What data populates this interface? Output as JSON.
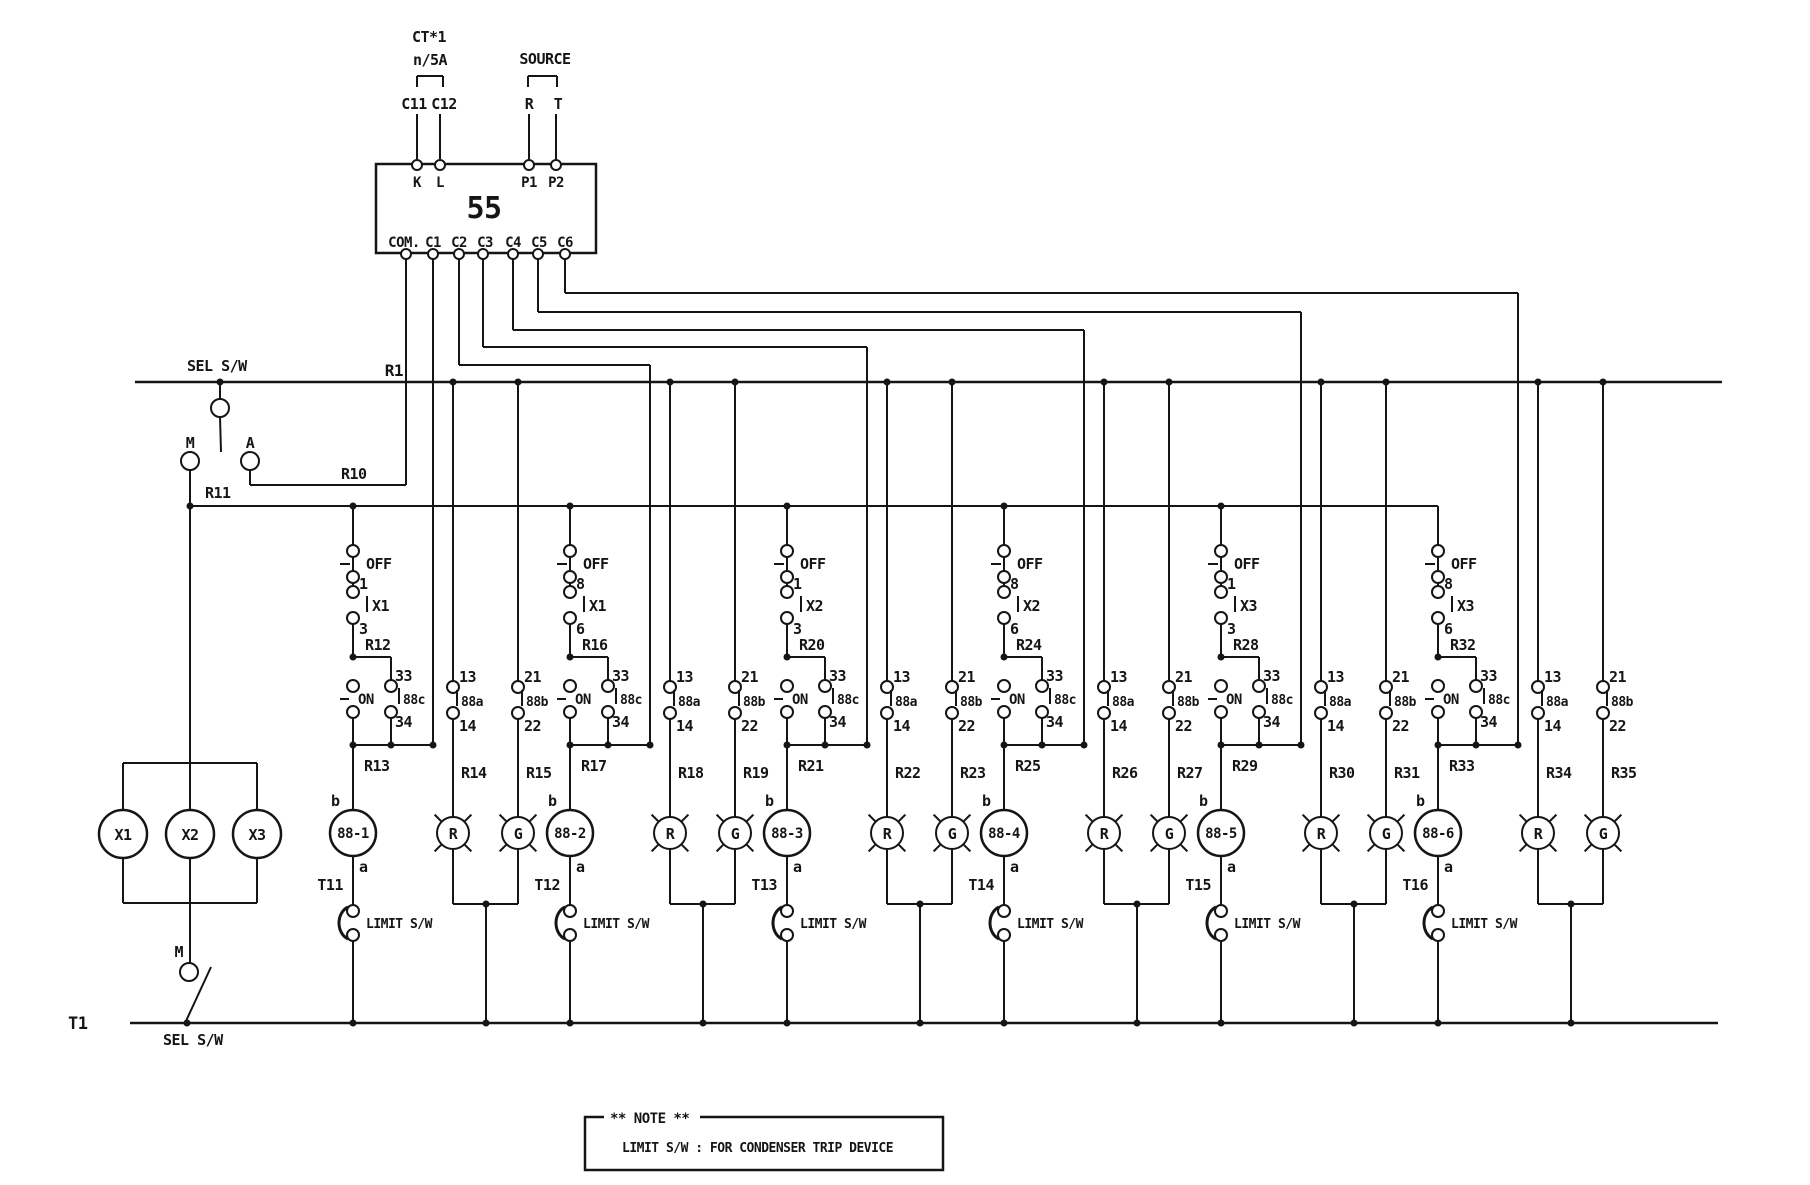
{
  "colors": {
    "ink": "#151515",
    "paper": "#ffffff"
  },
  "header": {
    "ct": {
      "label": "CT*1",
      "ratio": "n/5A",
      "t1": "C11",
      "t2": "C12"
    },
    "source": {
      "label": "SOURCE",
      "t1": "R",
      "t2": "T"
    },
    "relay_box": {
      "name": "55",
      "top_terminals": [
        "K",
        "L",
        "P1",
        "P2"
      ],
      "bottom_terminals": [
        "COM.",
        "C1",
        "C2",
        "C3",
        "C4",
        "C5",
        "C6"
      ]
    }
  },
  "left": {
    "sel_sw_top": "SEL S/W",
    "m": "M",
    "a": "A",
    "bus_r1": "R1",
    "wire_r10": "R10",
    "wire_r11": "R11",
    "aux_coils": [
      "X1",
      "X2",
      "X3"
    ],
    "m_bottom": "M",
    "bus_t1": "T1",
    "sel_sw_bottom": "SEL S/W"
  },
  "groups": [
    {
      "off": "OFF",
      "pin_top": "1",
      "x_relay": "X1",
      "pin_bot": "3",
      "wire_top": "R12",
      "on": "ON",
      "aux_top": "33",
      "aux_contact": "88c",
      "aux_bot": "34",
      "wire_mid": "R13",
      "b": "b",
      "coil": "88-1",
      "a": "a",
      "t": "T11",
      "limit": "LIMIT S/W",
      "lamp_r": {
        "pin_top": "13",
        "contact": "88a",
        "pin_bot": "14",
        "wire": "R14",
        "letter": "R"
      },
      "lamp_g": {
        "pin_top": "21",
        "contact": "88b",
        "pin_bot": "22",
        "wire": "R15",
        "letter": "G"
      }
    },
    {
      "off": "OFF",
      "pin_top": "8",
      "x_relay": "X1",
      "pin_bot": "6",
      "wire_top": "R16",
      "on": "ON",
      "aux_top": "33",
      "aux_contact": "88c",
      "aux_bot": "34",
      "wire_mid": "R17",
      "b": "b",
      "coil": "88-2",
      "a": "a",
      "t": "T12",
      "limit": "LIMIT S/W",
      "lamp_r": {
        "pin_top": "13",
        "contact": "88a",
        "pin_bot": "14",
        "wire": "R18",
        "letter": "R"
      },
      "lamp_g": {
        "pin_top": "21",
        "contact": "88b",
        "pin_bot": "22",
        "wire": "R19",
        "letter": "G"
      }
    },
    {
      "off": "OFF",
      "pin_top": "1",
      "x_relay": "X2",
      "pin_bot": "3",
      "wire_top": "R20",
      "on": "ON",
      "aux_top": "33",
      "aux_contact": "88c",
      "aux_bot": "34",
      "wire_mid": "R21",
      "b": "b",
      "coil": "88-3",
      "a": "a",
      "t": "T13",
      "limit": "LIMIT S/W",
      "lamp_r": {
        "pin_top": "13",
        "contact": "88a",
        "pin_bot": "14",
        "wire": "R22",
        "letter": "R"
      },
      "lamp_g": {
        "pin_top": "21",
        "contact": "88b",
        "pin_bot": "22",
        "wire": "R23",
        "letter": "G"
      }
    },
    {
      "off": "OFF",
      "pin_top": "8",
      "x_relay": "X2",
      "pin_bot": "6",
      "wire_top": "R24",
      "on": "ON",
      "aux_top": "33",
      "aux_contact": "88c",
      "aux_bot": "34",
      "wire_mid": "R25",
      "b": "b",
      "coil": "88-4",
      "a": "a",
      "t": "T14",
      "limit": "LIMIT S/W",
      "lamp_r": {
        "pin_top": "13",
        "contact": "88a",
        "pin_bot": "14",
        "wire": "R26",
        "letter": "R"
      },
      "lamp_g": {
        "pin_top": "21",
        "contact": "88b",
        "pin_bot": "22",
        "wire": "R27",
        "letter": "G"
      }
    },
    {
      "off": "OFF",
      "pin_top": "1",
      "x_relay": "X3",
      "pin_bot": "3",
      "wire_top": "R28",
      "on": "ON",
      "aux_top": "33",
      "aux_contact": "88c",
      "aux_bot": "34",
      "wire_mid": "R29",
      "b": "b",
      "coil": "88-5",
      "a": "a",
      "t": "T15",
      "limit": "LIMIT S/W",
      "lamp_r": {
        "pin_top": "13",
        "contact": "88a",
        "pin_bot": "14",
        "wire": "R30",
        "letter": "R"
      },
      "lamp_g": {
        "pin_top": "21",
        "contact": "88b",
        "pin_bot": "22",
        "wire": "R31",
        "letter": "G"
      }
    },
    {
      "off": "OFF",
      "pin_top": "8",
      "x_relay": "X3",
      "pin_bot": "6",
      "wire_top": "R32",
      "on": "ON",
      "aux_top": "33",
      "aux_contact": "88c",
      "aux_bot": "34",
      "wire_mid": "R33",
      "b": "b",
      "coil": "88-6",
      "a": "a",
      "t": "T16",
      "limit": "LIMIT S/W",
      "lamp_r": {
        "pin_top": "13",
        "contact": "88a",
        "pin_bot": "14",
        "wire": "R34",
        "letter": "R"
      },
      "lamp_g": {
        "pin_top": "21",
        "contact": "88b",
        "pin_bot": "22",
        "wire": "R35",
        "letter": "G"
      }
    }
  ],
  "note": {
    "title": "** NOTE **",
    "text": "LIMIT S/W : FOR CONDENSER TRIP DEVICE"
  }
}
